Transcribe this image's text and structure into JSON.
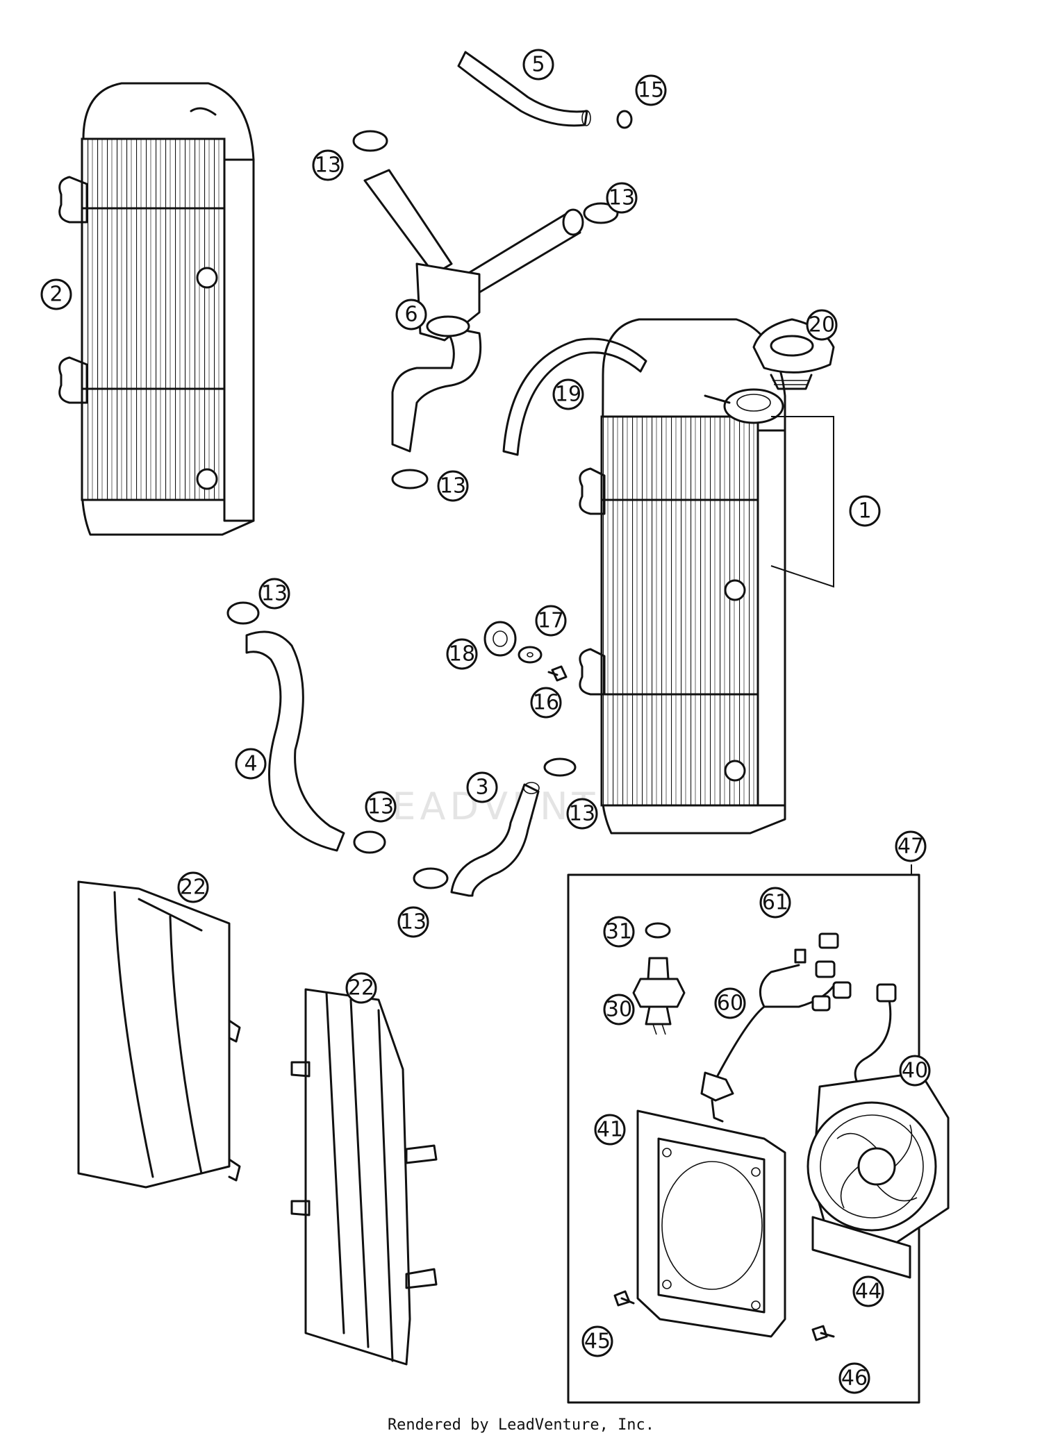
{
  "diagram": {
    "watermark": "LEADVENTURE",
    "footer": "Rendered by LeadVenture, Inc.",
    "callouts": [
      {
        "id": "c1",
        "label": "1"
      },
      {
        "id": "c2",
        "label": "2"
      },
      {
        "id": "c3",
        "label": "3"
      },
      {
        "id": "c4",
        "label": "4"
      },
      {
        "id": "c5",
        "label": "5"
      },
      {
        "id": "c6",
        "label": "6"
      },
      {
        "id": "c13a",
        "label": "13"
      },
      {
        "id": "c13b",
        "label": "13"
      },
      {
        "id": "c13c",
        "label": "13"
      },
      {
        "id": "c13d",
        "label": "13"
      },
      {
        "id": "c13e",
        "label": "13"
      },
      {
        "id": "c13f",
        "label": "13"
      },
      {
        "id": "c13g",
        "label": "13"
      },
      {
        "id": "c15",
        "label": "15"
      },
      {
        "id": "c16",
        "label": "16"
      },
      {
        "id": "c17",
        "label": "17"
      },
      {
        "id": "c18",
        "label": "18"
      },
      {
        "id": "c19",
        "label": "19"
      },
      {
        "id": "c20",
        "label": "20"
      },
      {
        "id": "c22a",
        "label": "22"
      },
      {
        "id": "c22b",
        "label": "22"
      },
      {
        "id": "c30",
        "label": "30"
      },
      {
        "id": "c31",
        "label": "31"
      },
      {
        "id": "c40",
        "label": "40"
      },
      {
        "id": "c41",
        "label": "41"
      },
      {
        "id": "c44",
        "label": "44"
      },
      {
        "id": "c45",
        "label": "45"
      },
      {
        "id": "c46",
        "label": "46"
      },
      {
        "id": "c47",
        "label": "47"
      },
      {
        "id": "c60",
        "label": "60"
      },
      {
        "id": "c61",
        "label": "61"
      }
    ]
  }
}
